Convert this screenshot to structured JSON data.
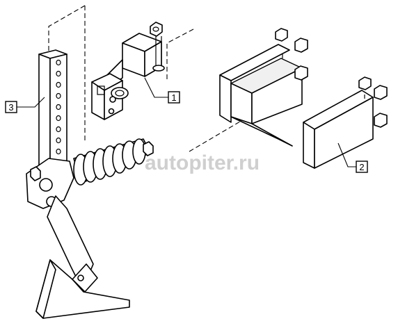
{
  "callouts": [
    {
      "id": "1",
      "label": "1"
    },
    {
      "id": "2",
      "label": "2"
    },
    {
      "id": "3",
      "label": "3"
    }
  ],
  "watermark": {
    "text": "autopiter.ru"
  },
  "colors": {
    "line": "#000000",
    "background": "#ffffff",
    "watermark": "#cfcfcf"
  }
}
